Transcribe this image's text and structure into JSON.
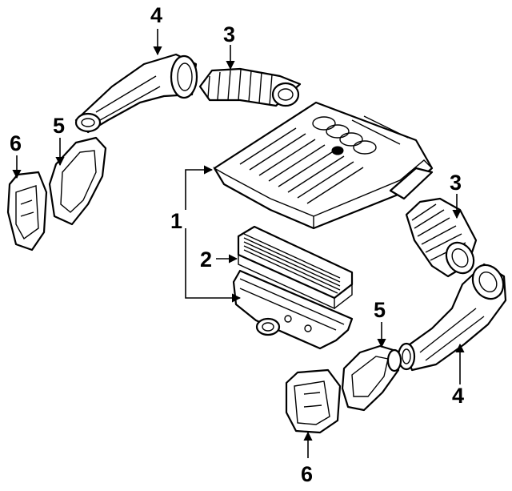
{
  "callouts": {
    "c1": "1",
    "c2": "2",
    "c3_left": "3",
    "c3_right": "3",
    "c4_left": "4",
    "c4_right": "4",
    "c5_left": "5",
    "c5_right": "5",
    "c6_left": "6",
    "c6_right": "6"
  }
}
